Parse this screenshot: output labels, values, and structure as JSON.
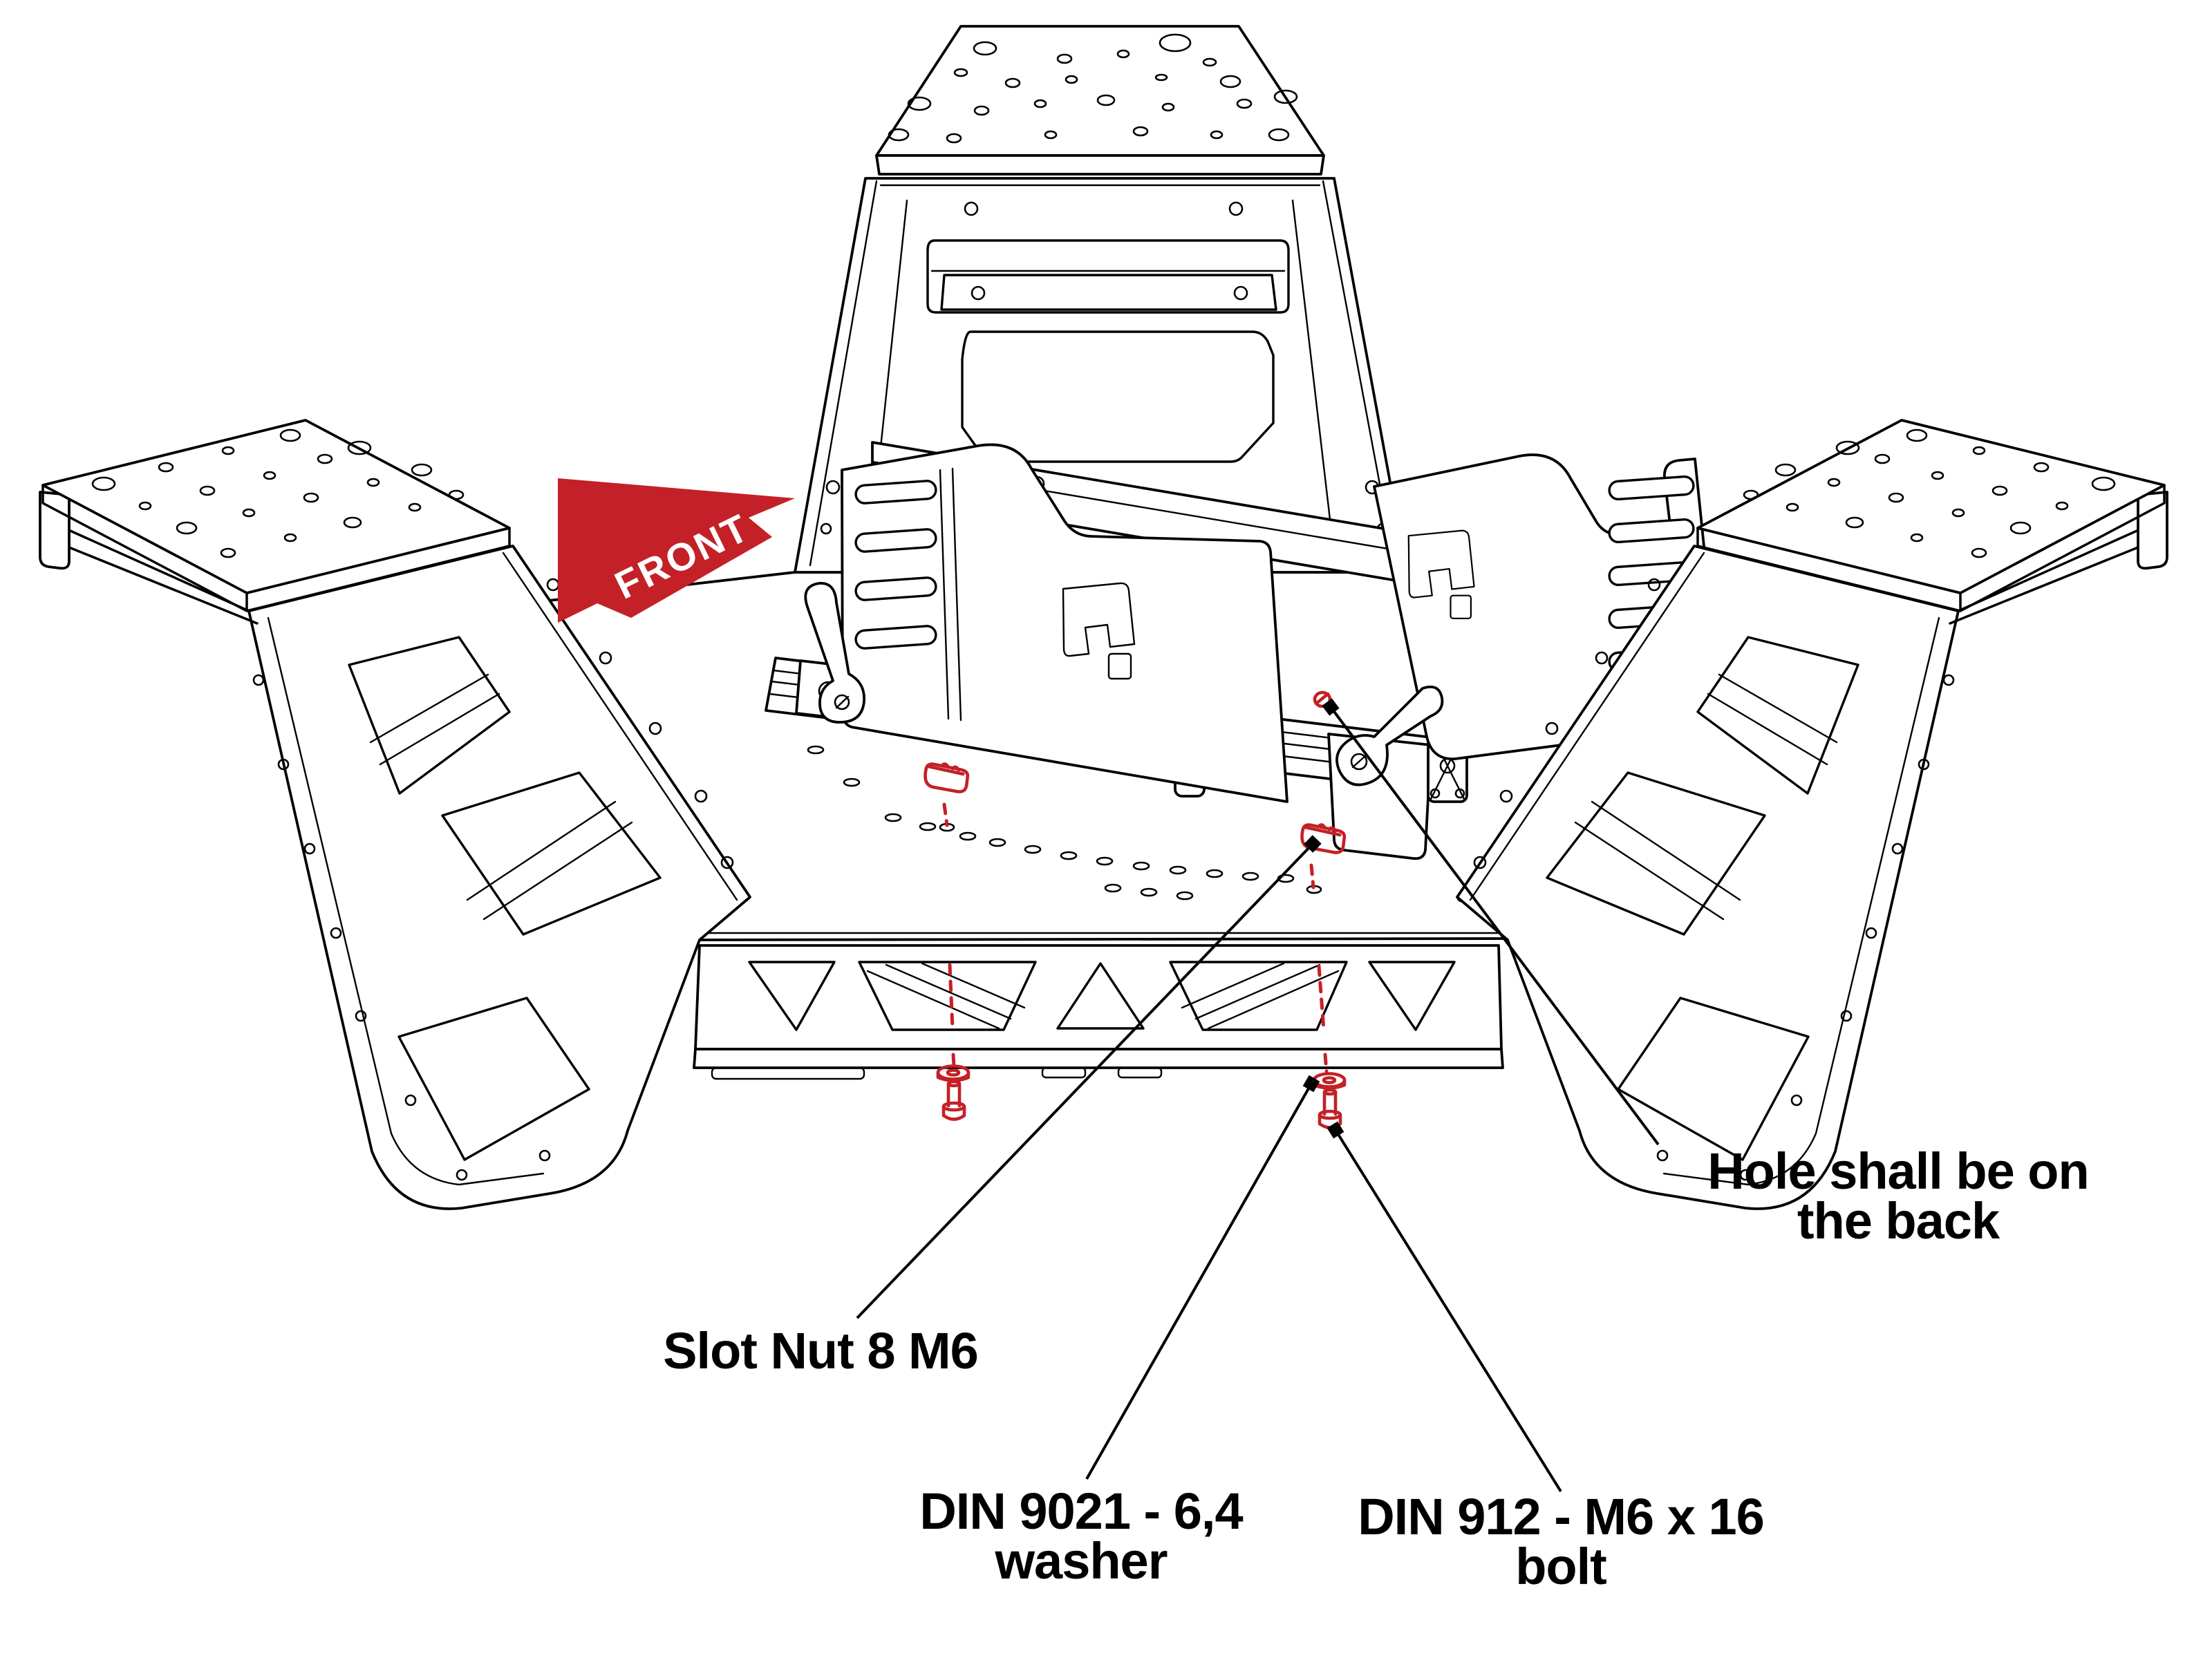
{
  "diagram": {
    "type": "technical-assembly-exploded-view",
    "subject": "sim-rig seat base assembly",
    "background_color": "#ffffff",
    "line_color": "#000000",
    "accent_red": "#c32127",
    "front_marker": {
      "label": "FRONT",
      "text_color": "#ffffff"
    },
    "annotations": [
      {
        "id": "slot-nut",
        "label": "Slot Nut 8 M6"
      },
      {
        "id": "washer",
        "label_line1": "DIN 9021 - 6,4",
        "label_line2": "washer"
      },
      {
        "id": "bolt",
        "label_line1": "DIN 912 - M6 x 16",
        "label_line2": "bolt"
      },
      {
        "id": "hole-note",
        "label_line1": "Hole shall be on",
        "label_line2": "the back"
      }
    ],
    "highlighted_parts": [
      "slot-nut-left",
      "slot-nut-right",
      "washer-left",
      "washer-right",
      "bolt-left",
      "bolt-right",
      "back-hole-marker"
    ]
  }
}
